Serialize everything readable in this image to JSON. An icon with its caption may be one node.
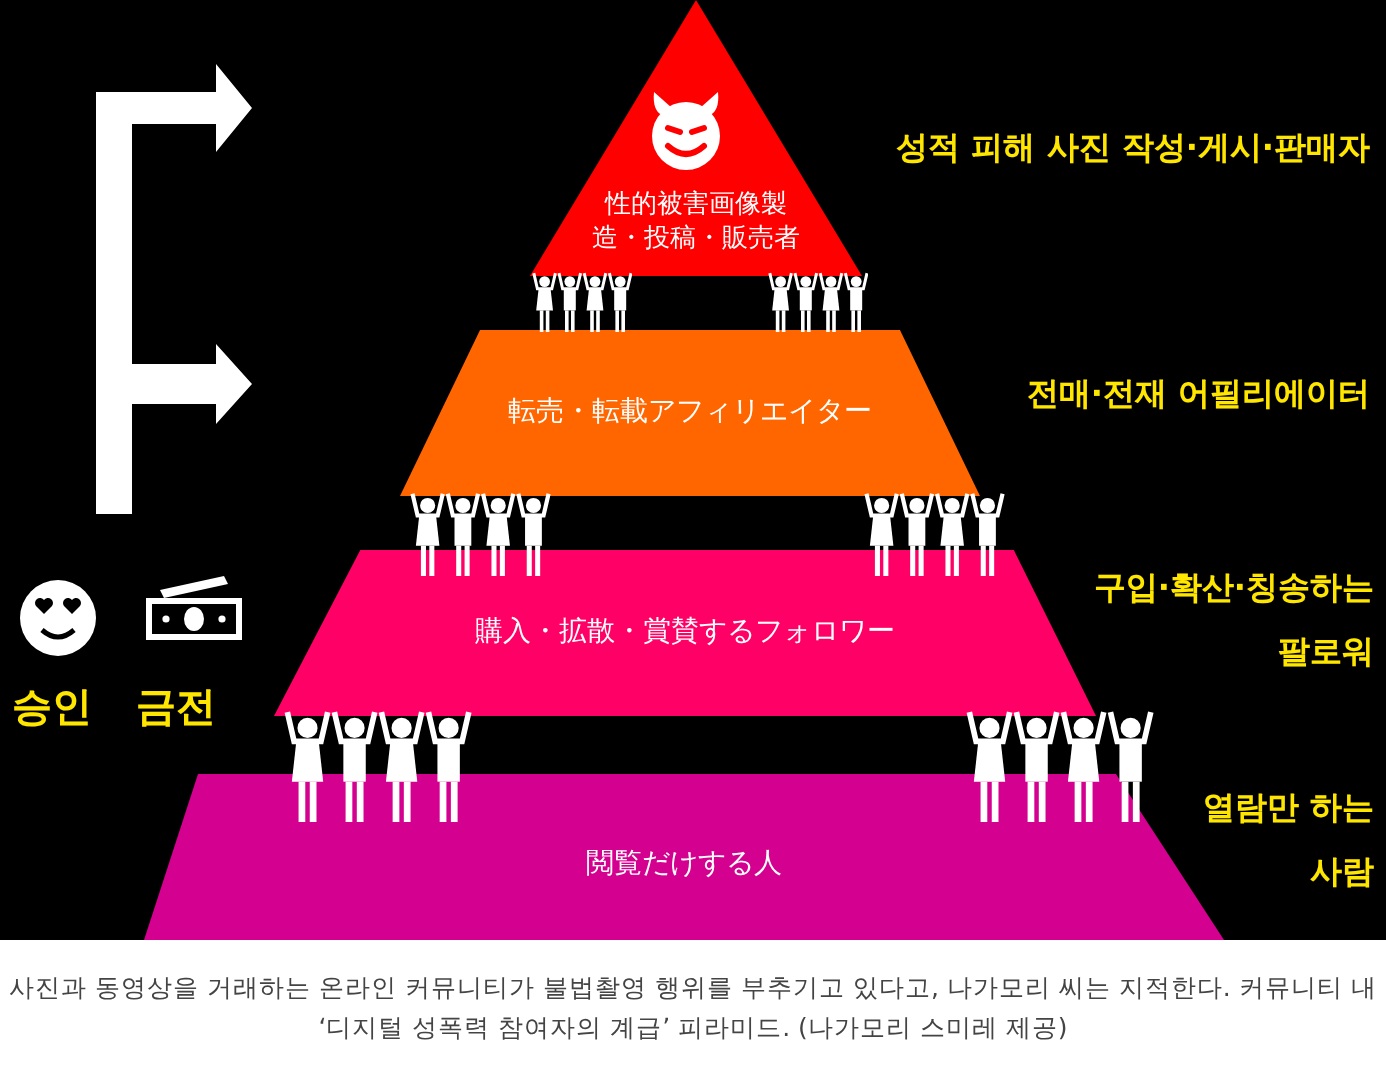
{
  "diagram": {
    "caption": "사진과 동영상을 거래하는 온라인 커뮤니티가 불법촬영 행위를 부추기고 있다고, 나가모리 씨는 지적한다. 커뮤니티 내 ‘디지털 성폭력 참여자의 계급’ 피라미드. (나가모리 스미레 제공)",
    "nodes": [
      {
        "text": [
          "性的被害画像製造・投稿・販売者"
        ],
        "beside": [
          "성적 피해 사진 작성·게시·판매자"
        ]
      },
      {
        "text": [
          "転売・転載アフィリエイター"
        ],
        "beside": [
          "전매·전재 어필리에이터"
        ]
      },
      {
        "text": [
          "購入・拡散・賞賛するフォロワー"
        ],
        "beside": [
          "구입·확산·칭송하는 팔로워"
        ]
      },
      {
        "text": [
          "閲覧だけする人"
        ],
        "beside": [
          "열람만 하는 사람"
        ]
      }
    ],
    "labels": [
      "승인",
      "금전"
    ]
  }
}
